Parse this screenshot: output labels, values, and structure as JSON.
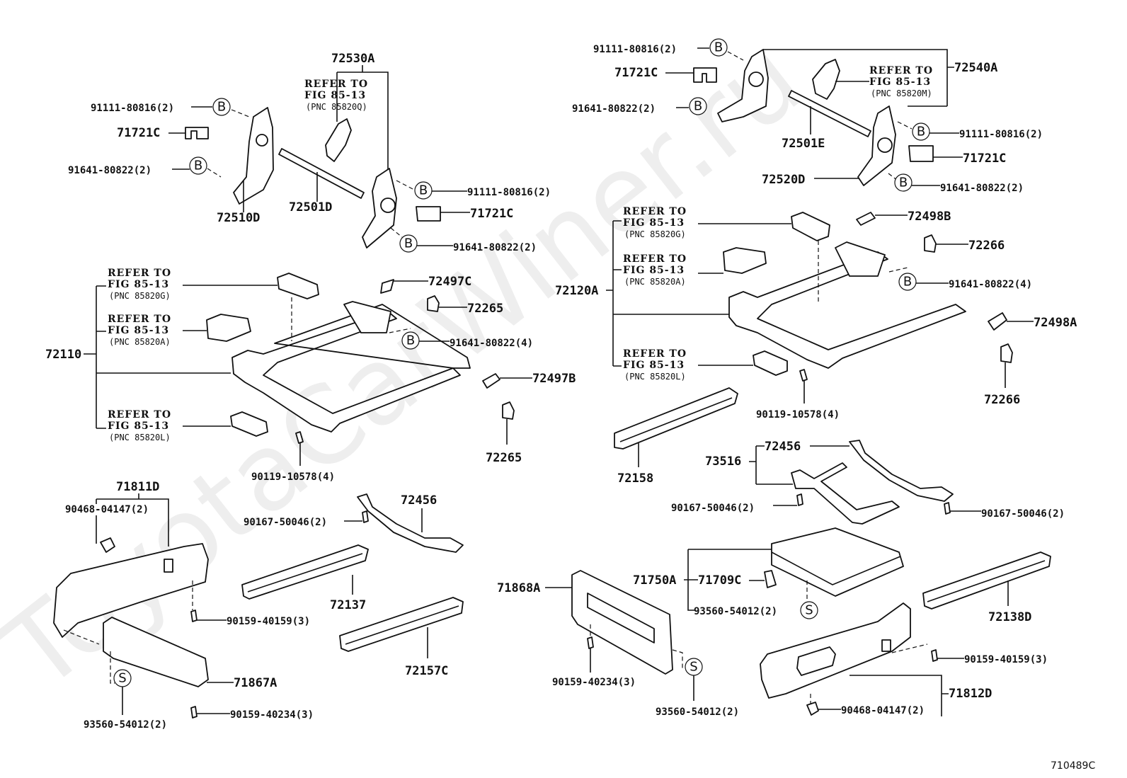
{
  "watermark": "ToyotaCarWiner.ru",
  "figure_code": "710489C",
  "refer": {
    "line1": "REFER TO",
    "line2": "FIG 85-13"
  },
  "pnc": {
    "q": "(PNC 85820Q)",
    "m": "(PNC 85820M)",
    "g": "(PNC 85820G)",
    "a": "(PNC 85820A)",
    "l": "(PNC 85820L)"
  },
  "symbols": {
    "bolt": "B",
    "screw": "S"
  },
  "parts": {
    "p72530A": "72530A",
    "p72540A": "72540A",
    "p91111_2": "91111-80816(2)",
    "p91641_2": "91641-80822(2)",
    "p91641_4": "91641-80822(4)",
    "p71721C": "71721C",
    "p72510D": "72510D",
    "p72501D": "72501D",
    "p72501E": "72501E",
    "p72520D": "72520D",
    "p72110": "72110",
    "p72120A": "72120A",
    "p72497C": "72497C",
    "p72497B": "72497B",
    "p72498B": "72498B",
    "p72498A": "72498A",
    "p72265": "72265",
    "p72266": "72266",
    "p90119": "90119-10578(4)",
    "p72158": "72158",
    "p72456": "72456",
    "p73516": "73516",
    "p90167": "90167-50046(2)",
    "p71811D": "71811D",
    "p90468": "90468-04147(2)",
    "p90159_159": "90159-40159(3)",
    "p90159_234": "90159-40234(3)",
    "p71867A": "71867A",
    "p93560": "93560-54012(2)",
    "p72137": "72137",
    "p72157C": "72157C",
    "p71868A": "71868A",
    "p71750A": "71750A",
    "p71709C": "71709C",
    "p72138D": "72138D",
    "p71812D": "71812D"
  }
}
